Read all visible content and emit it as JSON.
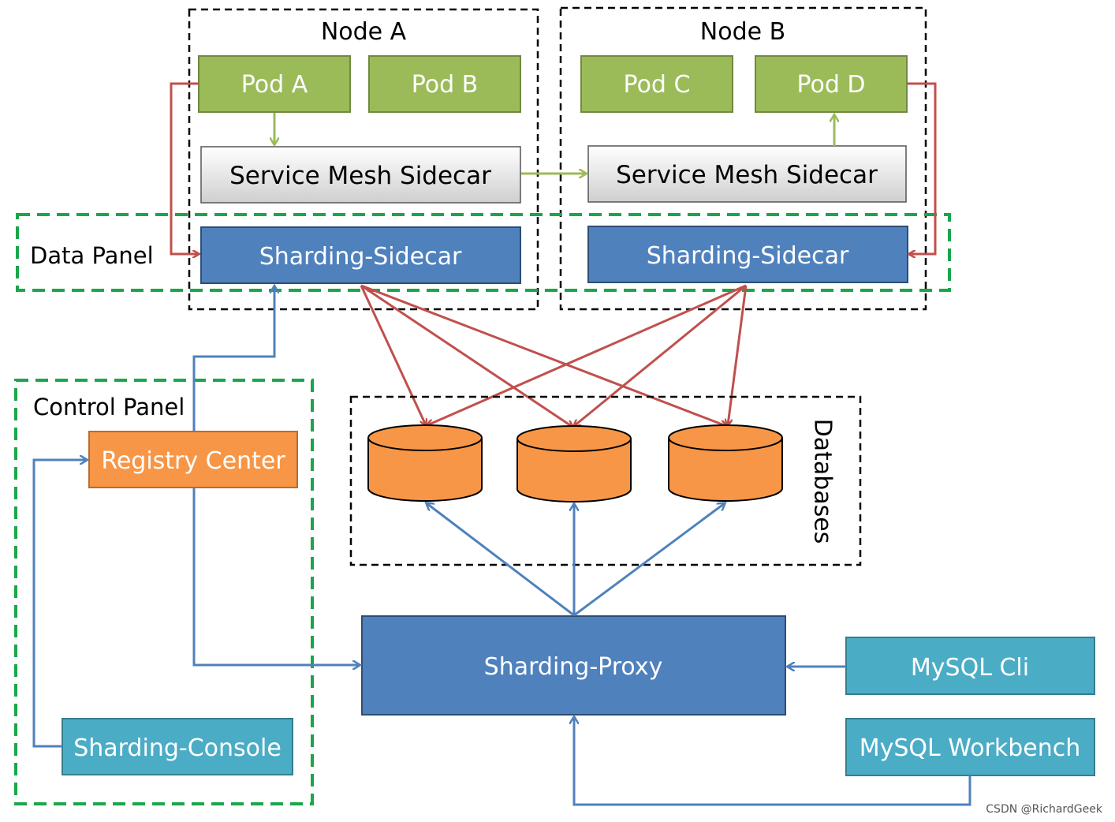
{
  "labels": {
    "node_a": "Node A",
    "node_b": "Node B",
    "pod_a": "Pod A",
    "pod_b": "Pod B",
    "pod_c": "Pod C",
    "pod_d": "Pod D",
    "mesh_sidecar_a": "Service Mesh Sidecar",
    "mesh_sidecar_b": "Service Mesh Sidecar",
    "sharding_sidecar_a": "Sharding-Sidecar",
    "sharding_sidecar_b": "Sharding-Sidecar",
    "data_panel": "Data Panel",
    "control_panel": "Control Panel",
    "registry_center": "Registry Center",
    "sharding_console": "Sharding-Console",
    "databases": "Databases",
    "sharding_proxy": "Sharding-Proxy",
    "mysql_cli": "MySQL Cli",
    "mysql_workbench": "MySQL Workbench",
    "watermark": "CSDN @RichardGeek"
  },
  "colors": {
    "pod_fill": "#9bbb59",
    "pod_stroke": "#71893f",
    "sidecar_blue": "#4f81bd",
    "sidecar_blue_stroke": "#2c4d75",
    "orange": "#f79646",
    "orange_stroke": "#b66d31",
    "teal": "#4bacc6",
    "teal_stroke": "#357d91",
    "red_arrow": "#c0504d",
    "blue_arrow": "#4f81bd",
    "green_arrow": "#9bbb59",
    "panel_green": "#1aa64a"
  }
}
